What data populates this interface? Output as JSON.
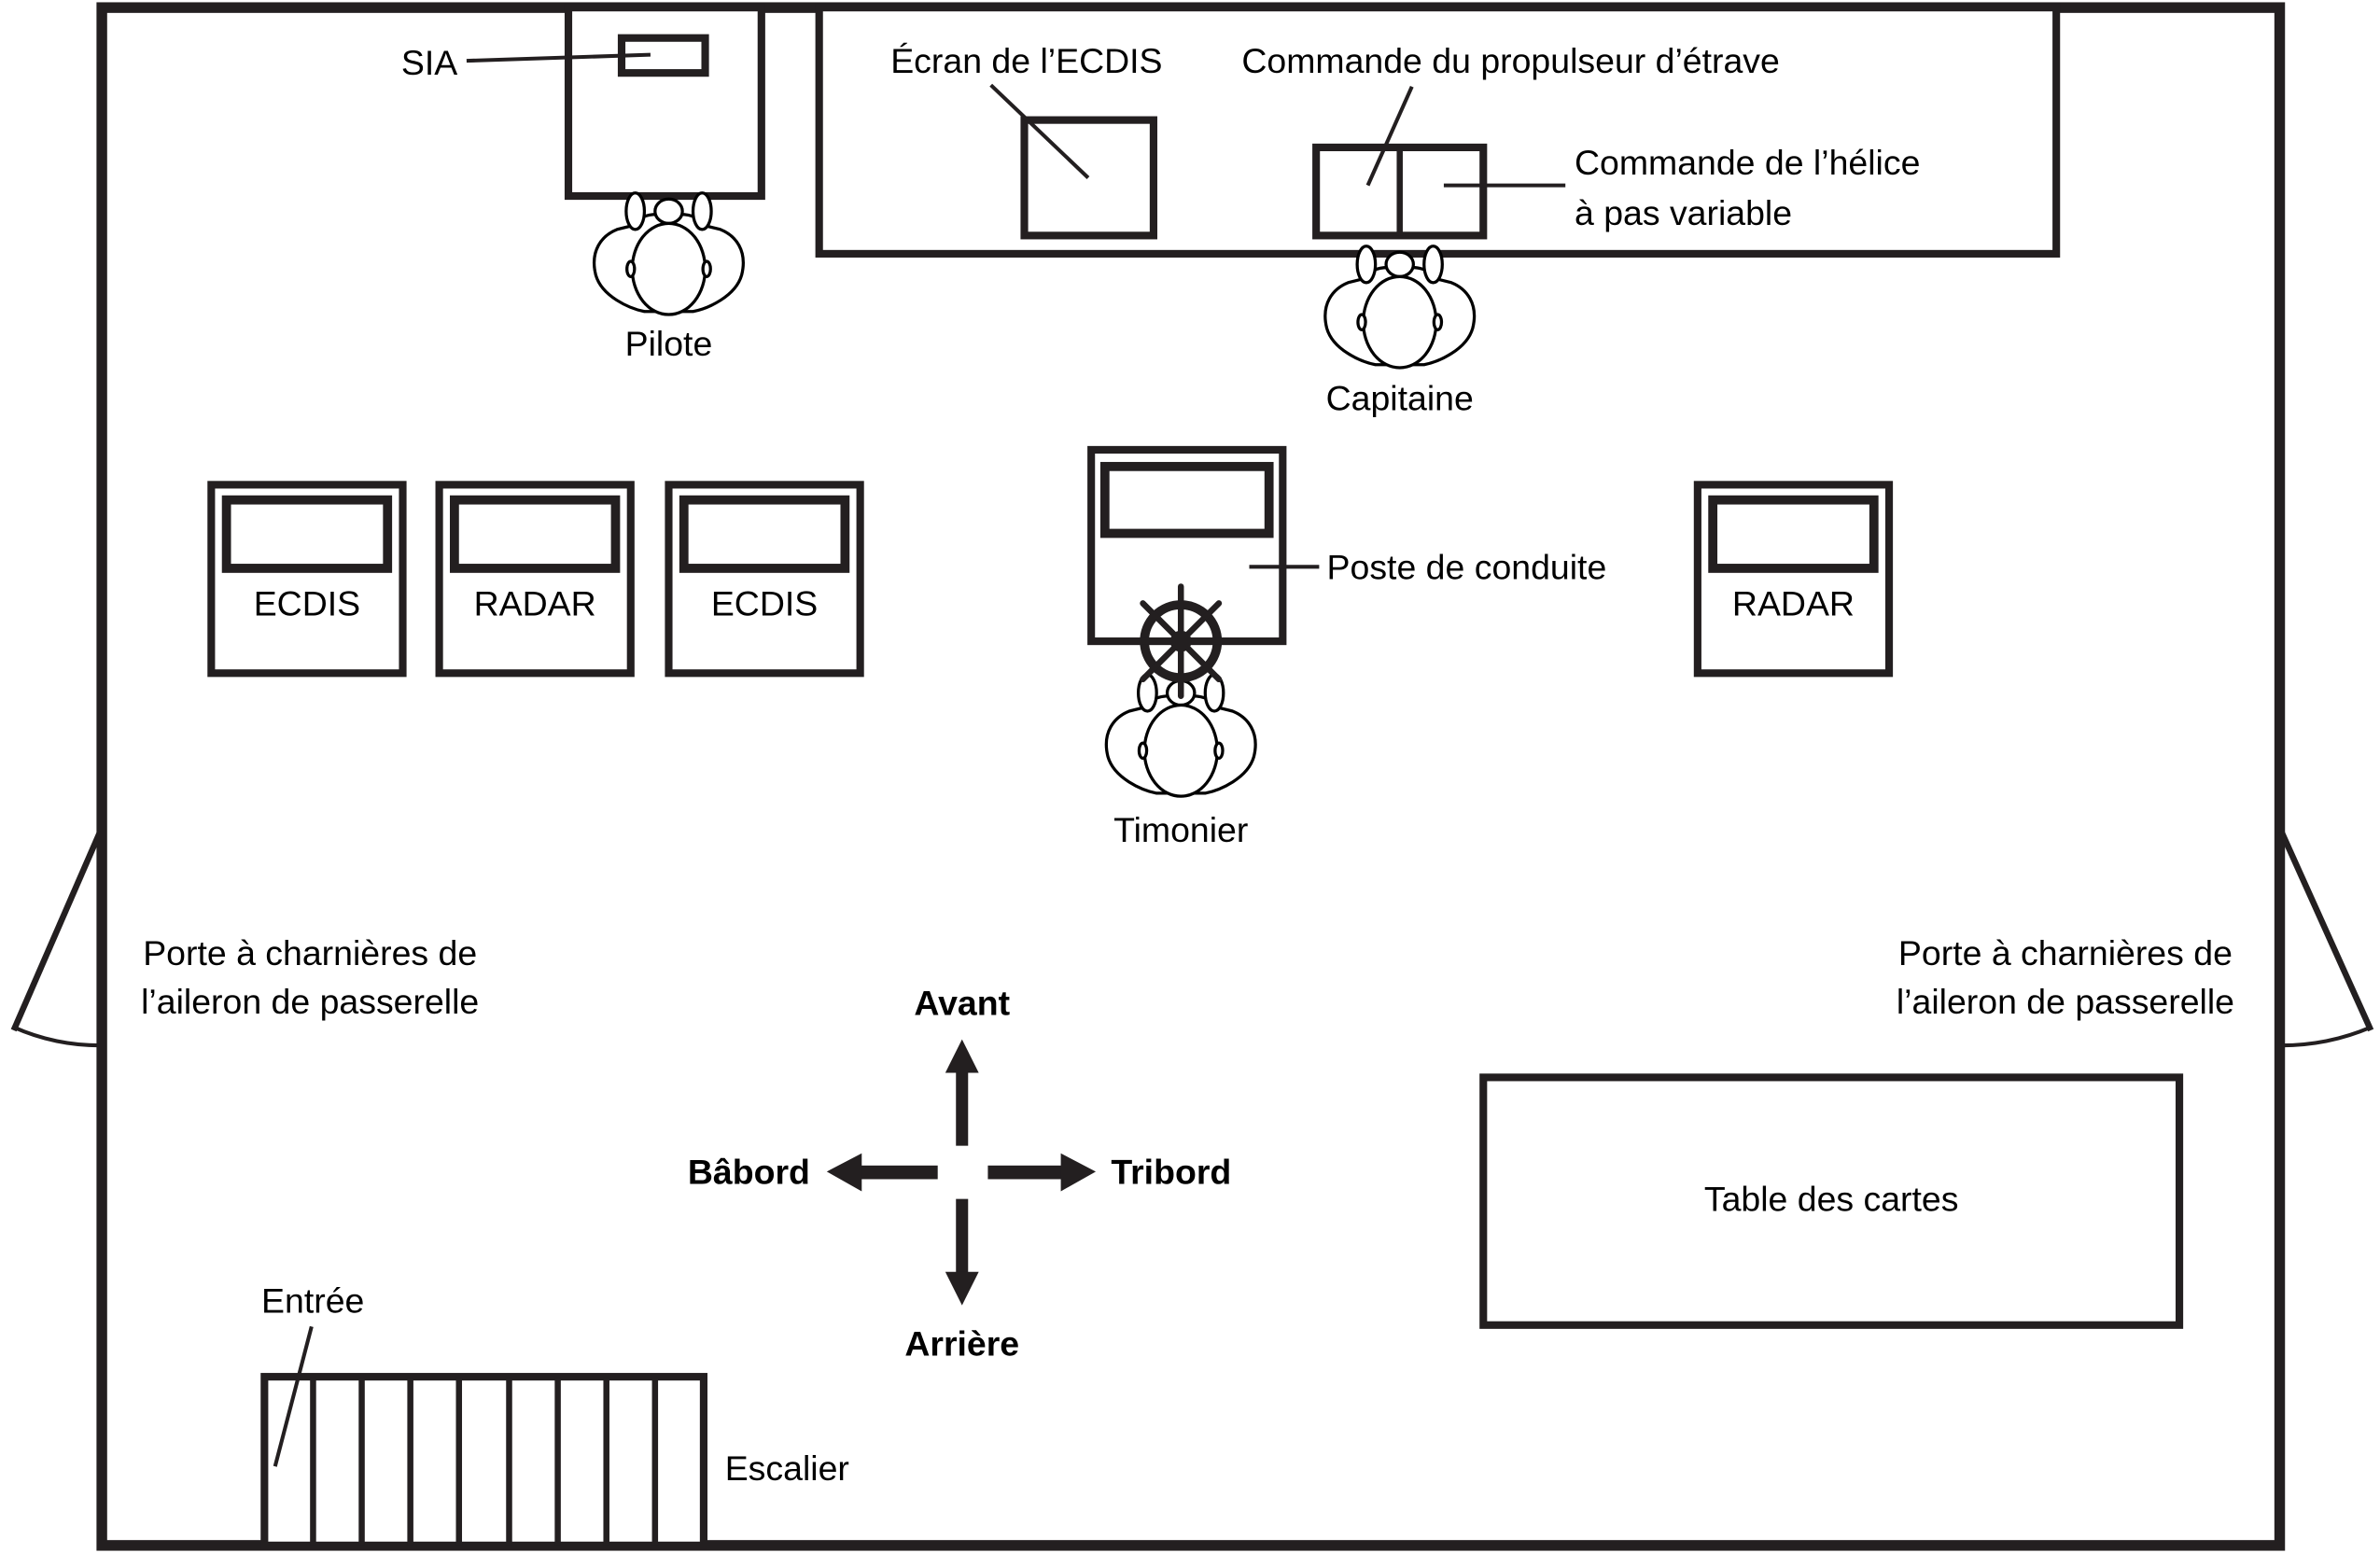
{
  "diagram": {
    "title": "Plan de la passerelle",
    "equipment": {
      "sia": "SIA",
      "ecdis_screen": "Écran de l’ECDIS",
      "bow_thruster": "Commande du propulseur d’étrave",
      "cpp_line1": "Commande de l’hélice",
      "cpp_line2": "à pas variable",
      "consoles": [
        {
          "label": "ECDIS"
        },
        {
          "label": "RADAR"
        },
        {
          "label": "ECDIS"
        },
        {
          "label": "RADAR"
        }
      ],
      "conning_station": "Poste de conduite",
      "chart_table": "Table des cartes",
      "stairs": "Escalier",
      "entrance": "Entrée"
    },
    "people": {
      "pilot": "Pilote",
      "master": "Capitaine",
      "helmsman": "Timonier"
    },
    "doors": {
      "left_line1": "Porte à charnières de",
      "left_line2": "l’aileron de passerelle",
      "right_line1": "Porte à charnières de",
      "right_line2": "l’aileron de passerelle"
    },
    "compass": {
      "forward": "Avant",
      "aft": "Arrière",
      "port": "Bâbord",
      "starboard": "Tribord"
    },
    "colors": {
      "line": "#231f20",
      "background": "#ffffff"
    }
  }
}
